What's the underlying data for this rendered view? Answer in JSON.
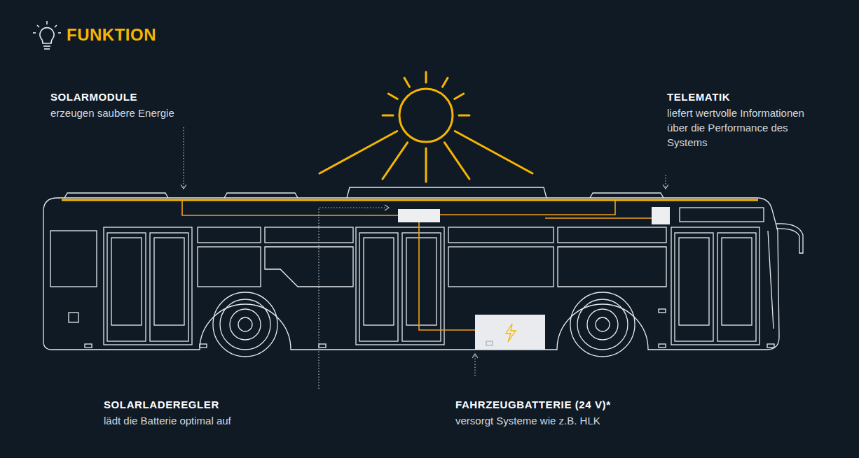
{
  "diagram": {
    "title": "FUNKTION",
    "labels": [
      "SOLARMODULE",
      "erzeugen saubere Energie",
      "TELEMATIK",
      "liefert wertvolle Informationen über die Performance des Systems",
      "SOLARLADEREGLER",
      "lädt die Batterie optimal auf",
      "FAHRZEUGBATTERIE (24 V)*",
      "versorgt Systeme wie z.B. HLK"
    ]
  }
}
